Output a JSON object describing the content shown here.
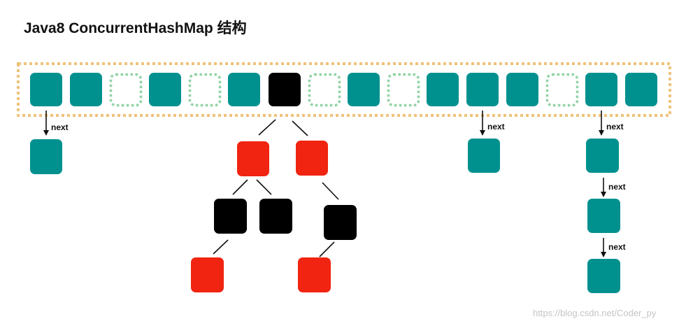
{
  "title": "Java8 ConcurrentHashMap 结构",
  "watermark": "https://blog.csdn.net/Coder_py",
  "link_label": "next",
  "colors": {
    "node": "#00918f",
    "tree_black": "#000000",
    "tree_red": "#f02410",
    "empty_slot_border": "#8fd3a3",
    "table_border": "#efc27a",
    "edge": "#111111"
  },
  "table": {
    "slots": [
      "node",
      "node",
      "empty",
      "node",
      "empty",
      "node",
      "tree-root",
      "empty",
      "node",
      "empty",
      "node",
      "node",
      "node",
      "empty",
      "node",
      "node"
    ]
  }
}
